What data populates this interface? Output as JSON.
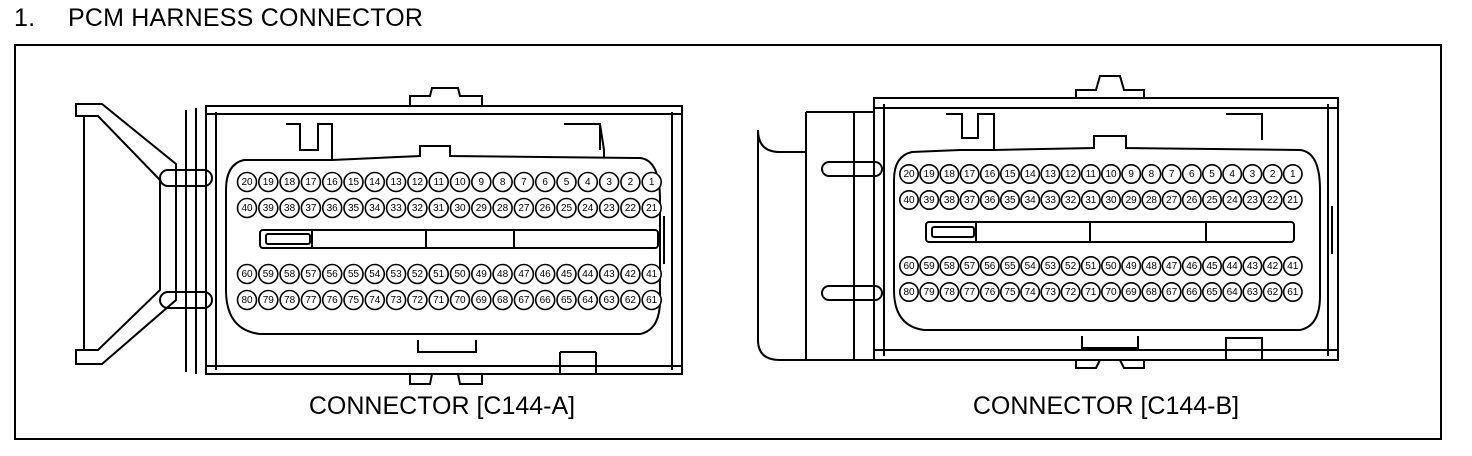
{
  "header": {
    "number": "1.",
    "title": "PCM HARNESS CONNECTOR"
  },
  "connectors": [
    {
      "id": "a",
      "label": "CONNECTOR [C144-A]",
      "rows": [
        [
          "20",
          "19",
          "18",
          "17",
          "16",
          "15",
          "14",
          "13",
          "12",
          "11",
          "10",
          "9",
          "8",
          "7",
          "6",
          "5",
          "4",
          "3",
          "2",
          "1"
        ],
        [
          "40",
          "39",
          "38",
          "37",
          "36",
          "35",
          "34",
          "33",
          "32",
          "31",
          "30",
          "29",
          "28",
          "27",
          "26",
          "25",
          "24",
          "23",
          "22",
          "21"
        ],
        [
          "60",
          "59",
          "58",
          "57",
          "56",
          "55",
          "54",
          "53",
          "52",
          "51",
          "50",
          "49",
          "48",
          "47",
          "46",
          "45",
          "44",
          "43",
          "42",
          "41"
        ],
        [
          "80",
          "79",
          "78",
          "77",
          "76",
          "75",
          "74",
          "73",
          "72",
          "71",
          "70",
          "69",
          "68",
          "67",
          "66",
          "65",
          "64",
          "63",
          "62",
          "61"
        ]
      ]
    },
    {
      "id": "b",
      "label": "CONNECTOR [C144-B]",
      "rows": [
        [
          "20",
          "19",
          "18",
          "17",
          "16",
          "15",
          "14",
          "13",
          "12",
          "11",
          "10",
          "9",
          "8",
          "7",
          "6",
          "5",
          "4",
          "3",
          "2",
          "1"
        ],
        [
          "40",
          "39",
          "38",
          "37",
          "36",
          "35",
          "34",
          "33",
          "32",
          "31",
          "30",
          "29",
          "28",
          "27",
          "26",
          "25",
          "24",
          "23",
          "22",
          "21"
        ],
        [
          "60",
          "59",
          "58",
          "57",
          "56",
          "55",
          "54",
          "53",
          "52",
          "51",
          "50",
          "49",
          "48",
          "47",
          "46",
          "45",
          "44",
          "43",
          "42",
          "41"
        ],
        [
          "80",
          "79",
          "78",
          "77",
          "76",
          "75",
          "74",
          "73",
          "72",
          "71",
          "70",
          "69",
          "68",
          "67",
          "66",
          "65",
          "64",
          "63",
          "62",
          "61"
        ]
      ]
    }
  ]
}
